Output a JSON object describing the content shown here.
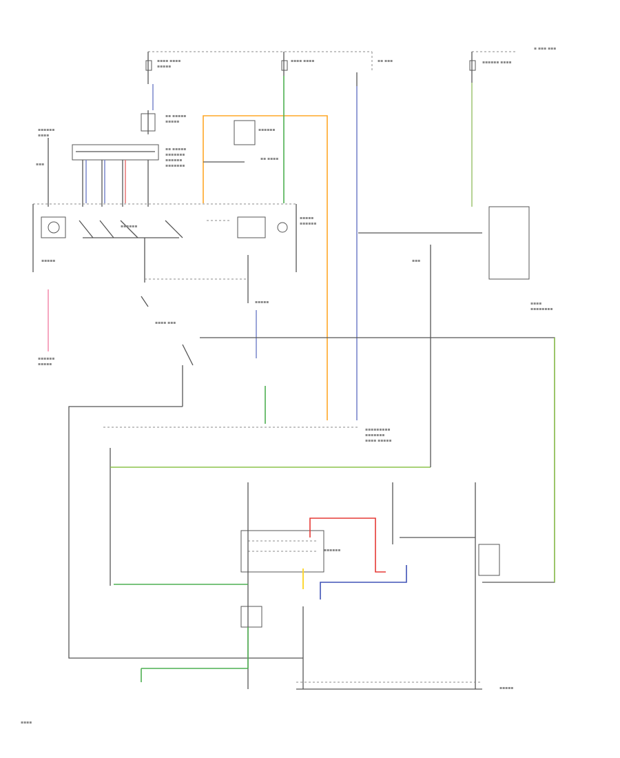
{
  "title": "",
  "diagram_code": "",
  "wire_colors": {
    "black": "#555555",
    "green": "#4caf50",
    "light_green": "#8bc34a",
    "blue": "#3f51b5",
    "light_blue": "#7986cb",
    "orange": "#ffa726",
    "pink": "#e57373",
    "red": "#e53935",
    "yellow": "#fdd835",
    "purple": "#9575cd"
  },
  "components": [
    "hot-at-all-times-fuse-left",
    "hot-in-run-fuse",
    "hot-at-all-times-fuse-right",
    "blower-motor",
    "blower-resistor",
    "blower-switch",
    "ac-switch",
    "a-c-relay",
    "compressor-clutch",
    "pressure-switch",
    "thermo-switch",
    "engine-control-module",
    "condenser-fan-relay",
    "radiator-fan-relay",
    "condenser-fan-motor",
    "radiator-fan-motor",
    "fan-control-switch",
    "ground-points"
  ]
}
